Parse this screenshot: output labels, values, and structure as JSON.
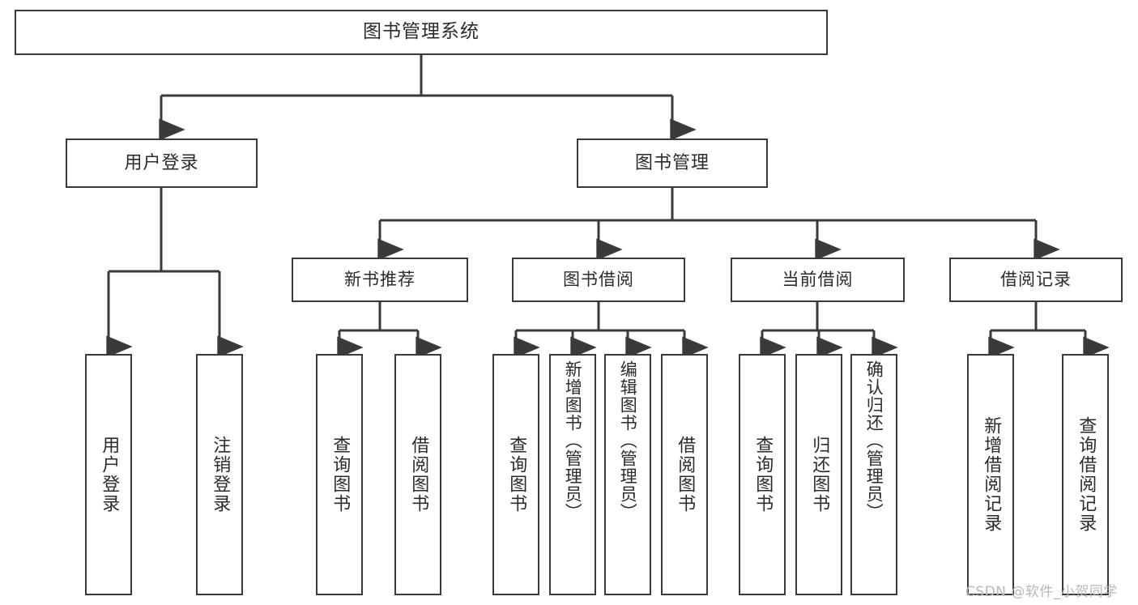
{
  "diagram": {
    "type": "tree",
    "title": "图书管理系统",
    "root": {
      "label": "图书管理系统"
    },
    "level2": [
      {
        "label": "用户登录"
      },
      {
        "label": "图书管理"
      }
    ],
    "level3": [
      {
        "label": "新书推荐"
      },
      {
        "label": "图书借阅"
      },
      {
        "label": "当前借阅"
      },
      {
        "label": "借阅记录"
      }
    ],
    "leaves": {
      "user_login": [
        {
          "label": "用户登录"
        },
        {
          "label": "注销登录"
        }
      ],
      "new_book_recommend": [
        {
          "label": "查询图书"
        },
        {
          "label": "借阅图书"
        }
      ],
      "book_borrow": [
        {
          "label": "查询图书"
        },
        {
          "label": "新增图书（管理员）"
        },
        {
          "label": "编辑图书（管理员）"
        },
        {
          "label": "借阅图书"
        }
      ],
      "current_borrow": [
        {
          "label": "查询图书"
        },
        {
          "label": "归还图书"
        },
        {
          "label": "确认归还（管理员）"
        }
      ],
      "borrow_record": [
        {
          "label": "新增借阅记录"
        },
        {
          "label": "查询借阅记录"
        }
      ]
    }
  },
  "watermark": {
    "text": "CSDN @软件_小贺同学"
  },
  "colors": {
    "background": "#ffffff",
    "border": "#3a3a3a",
    "text": "#2b2b2b",
    "connector": "#3a3a3a",
    "watermark": "#b9b9b9"
  }
}
